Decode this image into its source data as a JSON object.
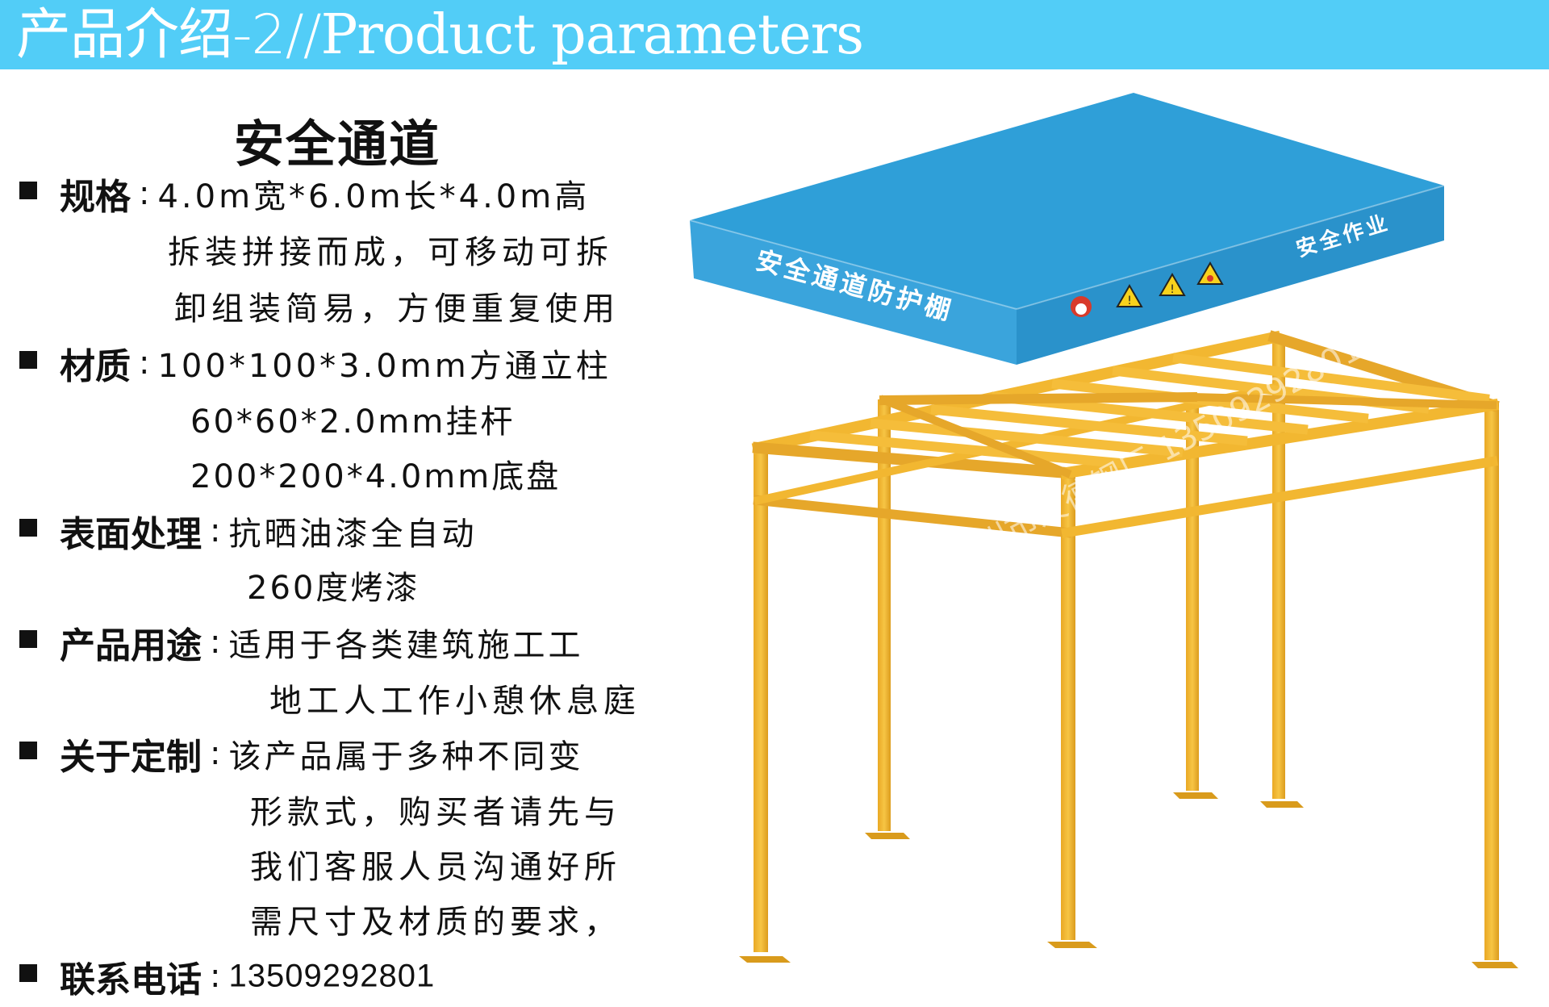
{
  "header": {
    "title_cn": "产品介绍-2//",
    "title_en": "Product parameters"
  },
  "product": {
    "title": "安全通道"
  },
  "specs": [
    {
      "label": "规格",
      "lines": [
        "4.0m宽*6.0m长*4.0m高",
        "拆装拼接而成，可移动可拆",
        "卸组装简易，方便重复使用"
      ]
    },
    {
      "label": "材质",
      "lines": [
        "100*100*3.0mm方通立柱",
        "60*60*2.0mm挂杆",
        "200*200*4.0mm底盘"
      ]
    },
    {
      "label": "表面处理",
      "lines": [
        "抗晒油漆全自动",
        "260度烤漆"
      ]
    },
    {
      "label": "产品用途",
      "lines": [
        "适用于各类建筑施工工",
        "地工人工作小憩休息庭"
      ]
    },
    {
      "label": "关于定制",
      "lines": [
        "该产品属于多种不同变",
        "形款式，购买者请先与",
        "我们客服人员沟通好所",
        "需尺寸及材质的要求，"
      ]
    },
    {
      "label": "联系电话",
      "lines": [
        "13509292801"
      ]
    }
  ],
  "illustration": {
    "roof_front_text": "安全通道防护棚",
    "roof_side_text": "安全作业",
    "watermark": "广州市友德钢厂 13509292801",
    "colors": {
      "roof_top": "#2f9fd8",
      "roof_front": "#3aa4dc",
      "roof_side": "#2a8fc7",
      "frame": "#f2b731",
      "frame_dark": "#d6981b"
    }
  }
}
